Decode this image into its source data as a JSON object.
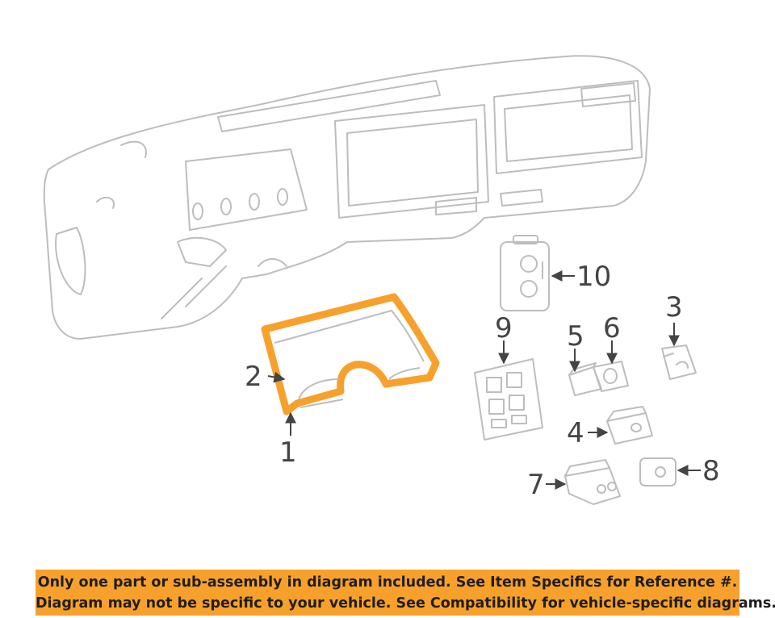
{
  "callouts": {
    "c1": "1",
    "c2": "2",
    "c3": "3",
    "c4": "4",
    "c5": "5",
    "c6": "6",
    "c7": "7",
    "c8": "8",
    "c9": "9",
    "c10": "10"
  },
  "colors": {
    "highlight": "#f7a12c",
    "line_art": "#bdbdbd",
    "callout": "#444444"
  },
  "notice": {
    "line1": "Only one part or sub-assembly in diagram included. See Item Specifics for Reference #.",
    "line2": "Diagram may not be specific to your vehicle. See Compatibility for vehicle-specific diagrams."
  }
}
